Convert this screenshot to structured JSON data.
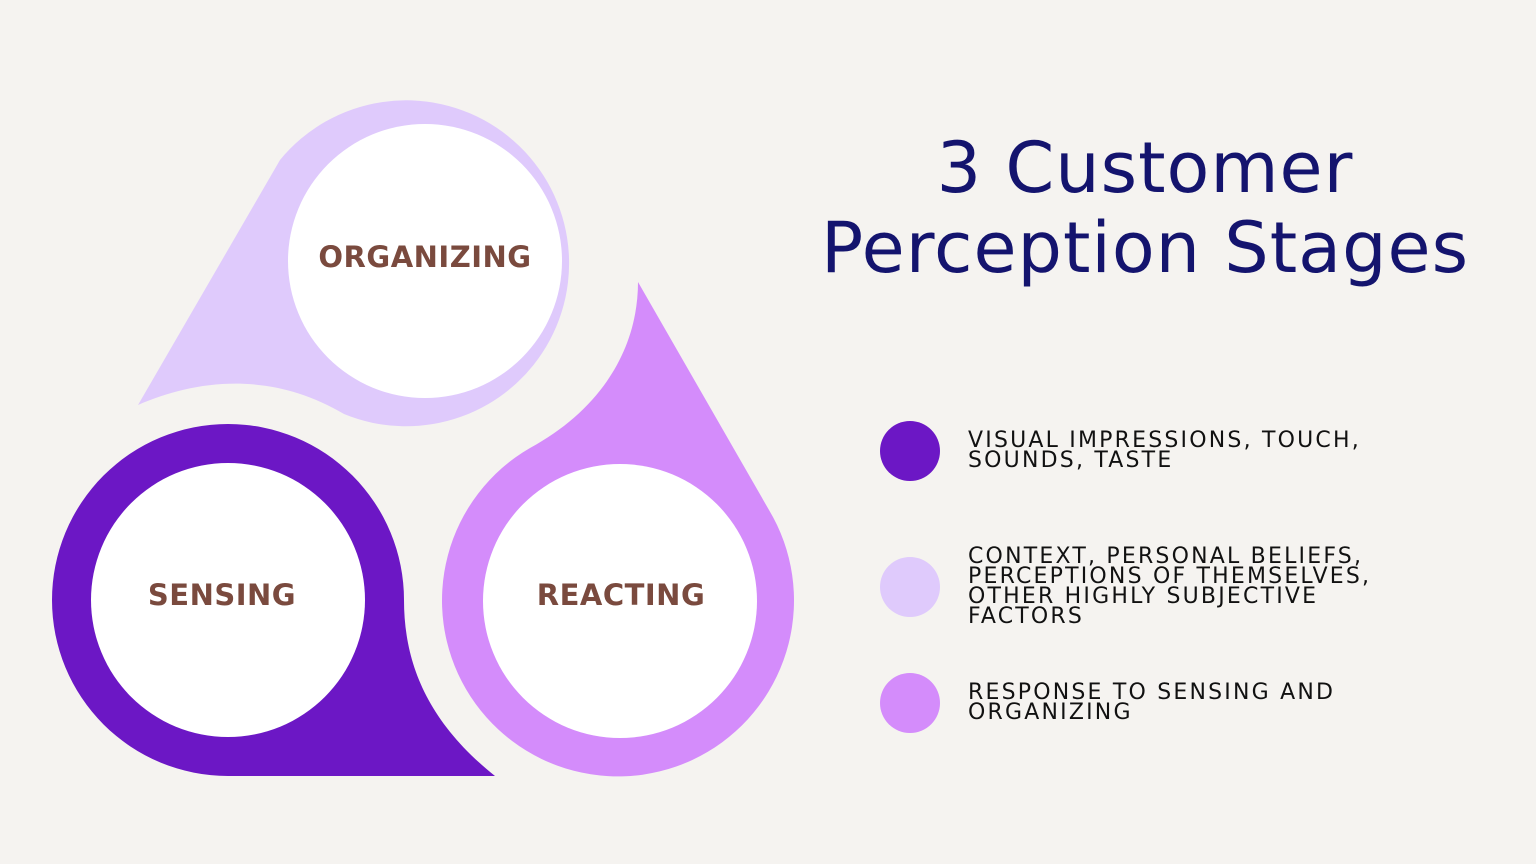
{
  "title": {
    "line1": "3 Customer",
    "line2": "Perception Stages"
  },
  "colors": {
    "background": "#f5f3f0",
    "title": "#14146e",
    "label": "#7a4a3e",
    "sensing": "#6c17c5",
    "organizing": "#dfcafc",
    "reacting": "#d48cfb",
    "inner_circle": "#ffffff"
  },
  "stages": [
    {
      "id": "organizing",
      "label": "ORGANIZING",
      "color": "#dfcafc"
    },
    {
      "id": "sensing",
      "label": "SENSING",
      "color": "#6c17c5"
    },
    {
      "id": "reacting",
      "label": "REACTING",
      "color": "#d48cfb"
    }
  ],
  "legend": [
    {
      "color": "#6c17c5",
      "text": "VISUAL IMPRESSIONS, TOUCH, SOUNDS, TASTE"
    },
    {
      "color": "#dfcafc",
      "text": "CONTEXT, PERSONAL BELIEFS, PERCEPTIONS OF THEMSELVES, OTHER HIGHLY SUBJECTIVE FACTORS"
    },
    {
      "color": "#d48cfb",
      "text": "RESPONSE TO SENSING AND ORGANIZING"
    }
  ]
}
